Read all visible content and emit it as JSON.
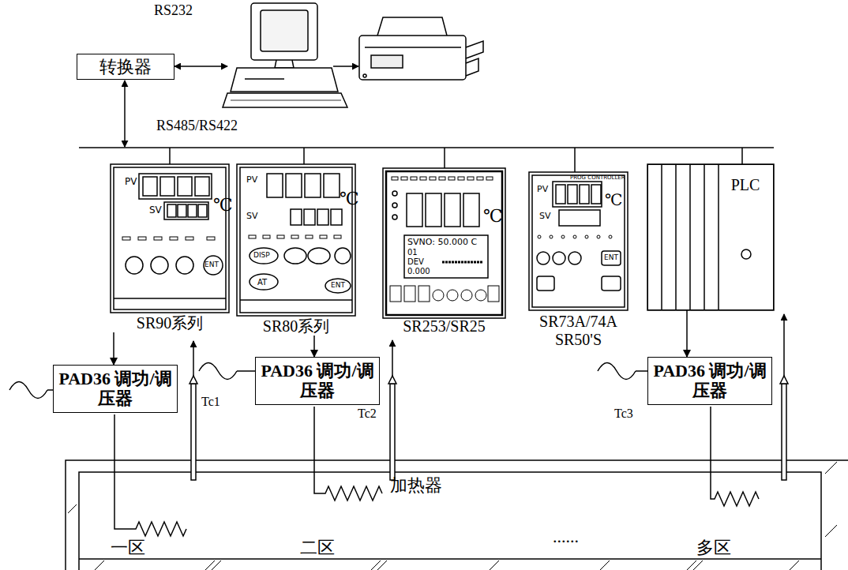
{
  "diagram": {
    "nodes": [
      {
        "text": [
          "转换器"
        ]
      },
      {
        "text": [
          "SR90系列"
        ]
      },
      {
        "text": [
          "SR80系列"
        ]
      },
      {
        "text": [
          "SR253/SR25"
        ]
      },
      {
        "text": [
          "SR73A/74A SR50'S"
        ]
      },
      {
        "text": [
          "PLC"
        ]
      },
      {
        "text": [
          "PAD36 调功/调压器"
        ]
      },
      {
        "text": [
          "PAD36 调功/调压器"
        ]
      },
      {
        "text": [
          "PAD36 调功/调压器"
        ]
      }
    ],
    "edges": [
      {
        "from": 1,
        "to": 6,
        "arrow": "to"
      },
      {
        "from": 2,
        "to": 7,
        "arrow": "to"
      },
      {
        "from": 5,
        "to": 8,
        "arrow": "to"
      }
    ],
    "labels": [
      "RS232",
      "RS485/RS422",
      "PV",
      "SV",
      "℃",
      "ENT",
      "PV",
      "SV",
      "℃",
      "DISP",
      "AT",
      "ENT",
      "℃",
      "SVNO: 50.000 C",
      "01",
      "DEV",
      "0.000",
      "PROG CONTROLLER",
      "PV",
      "SV",
      "℃",
      "ENT",
      "Tc1",
      "Tc2",
      "Tc3",
      "加热器",
      "一区",
      "二区",
      "......",
      "多区"
    ]
  }
}
